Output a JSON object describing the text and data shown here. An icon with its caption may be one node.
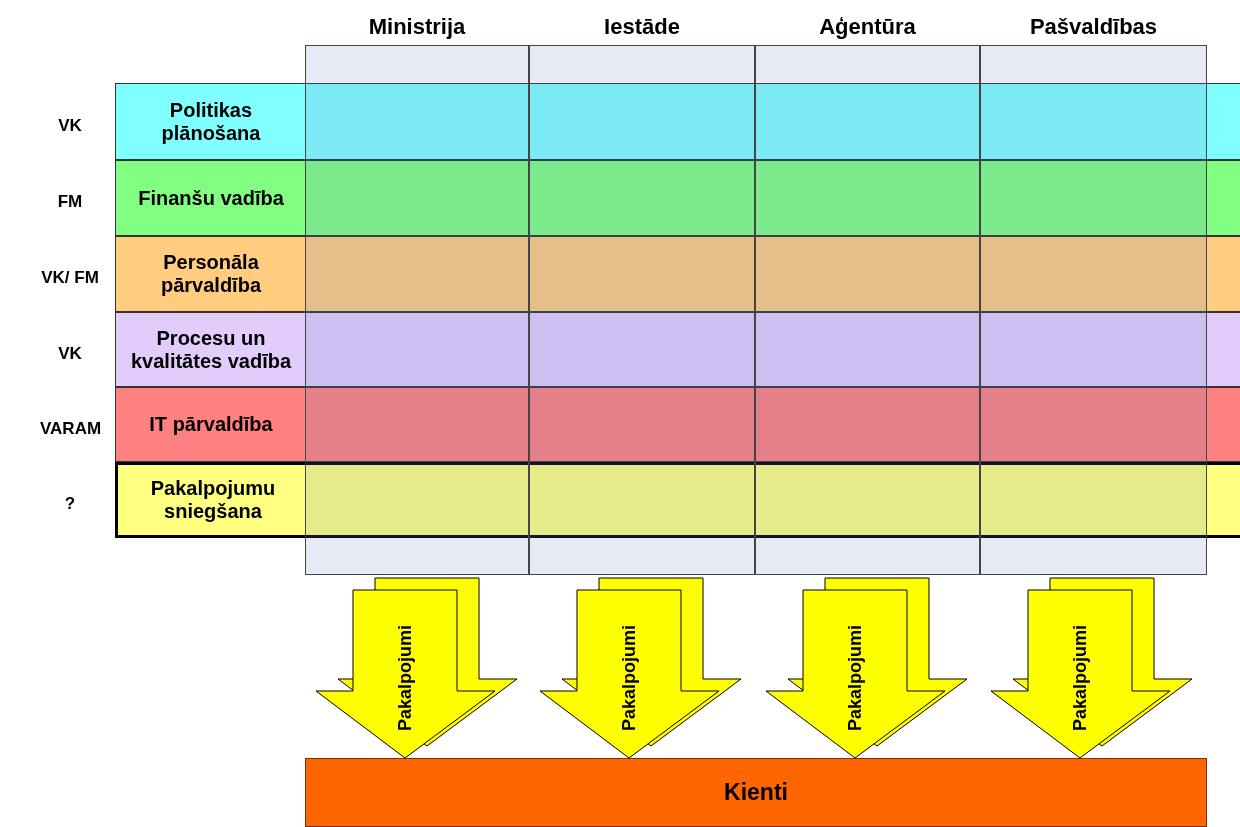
{
  "diagram": {
    "nodes": [
      {
        "text": [
          "Ministrija"
        ]
      },
      {
        "text": [
          "Iestāde"
        ]
      },
      {
        "text": [
          "Aģentūra"
        ]
      },
      {
        "text": [
          "Pašvaldības"
        ]
      },
      {
        "text": [
          "Politikas plānošana"
        ],
        "beside": [
          "VK"
        ]
      },
      {
        "text": [
          "Finanšu vadība"
        ],
        "beside": [
          "FM"
        ]
      },
      {
        "text": [
          "Personāla pārvaldība"
        ],
        "beside": [
          "VK/ FM"
        ]
      },
      {
        "text": [
          "Procesu un kvalitātes vadība"
        ],
        "beside": [
          "VK"
        ]
      },
      {
        "text": [
          "IT pārvaldība"
        ],
        "beside": [
          "VARAM"
        ]
      },
      {
        "text": [
          "Pakalpojumu sniegšana"
        ],
        "beside": [
          "?"
        ]
      },
      {
        "text": [
          "Kienti"
        ]
      }
    ],
    "edges": [
      {
        "from": 0,
        "to": 10,
        "arrow": "to",
        "label": "Pakalpojumi"
      },
      {
        "from": 1,
        "to": 10,
        "arrow": "to",
        "label": "Pakalpojumi"
      },
      {
        "from": 2,
        "to": 10,
        "arrow": "to",
        "label": "Pakalpojumi"
      },
      {
        "from": 3,
        "to": 10,
        "arrow": "to",
        "label": "Pakalpojumi"
      }
    ]
  }
}
